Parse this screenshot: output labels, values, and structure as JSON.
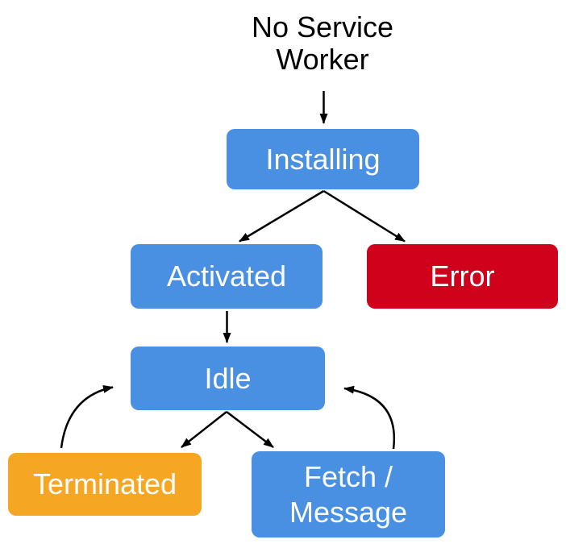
{
  "colors": {
    "node_blue": "#4A90E2",
    "node_red": "#D0021B",
    "node_orange": "#F5A623",
    "node_text": "#FFFFFF",
    "label_text": "#000000",
    "arrow": "#000000",
    "background": "#FFFFFF"
  },
  "nodes": [
    {
      "id": "no-service-worker",
      "label": "No Service Worker",
      "type": "text"
    },
    {
      "id": "installing",
      "label": "Installing",
      "type": "box",
      "color_key": "node_blue"
    },
    {
      "id": "activated",
      "label": "Activated",
      "type": "box",
      "color_key": "node_blue"
    },
    {
      "id": "error",
      "label": "Error",
      "type": "box",
      "color_key": "node_red"
    },
    {
      "id": "idle",
      "label": "Idle",
      "type": "box",
      "color_key": "node_blue"
    },
    {
      "id": "terminated",
      "label": "Terminated",
      "type": "box",
      "color_key": "node_orange"
    },
    {
      "id": "fetch-message",
      "label": "Fetch / Message",
      "type": "box",
      "color_key": "node_blue"
    }
  ],
  "edges": [
    {
      "from": "no-service-worker",
      "to": "installing",
      "style": "straight"
    },
    {
      "from": "installing",
      "to": "activated",
      "style": "straight"
    },
    {
      "from": "installing",
      "to": "error",
      "style": "straight"
    },
    {
      "from": "activated",
      "to": "idle",
      "style": "straight"
    },
    {
      "from": "idle",
      "to": "terminated",
      "style": "straight"
    },
    {
      "from": "idle",
      "to": "fetch-message",
      "style": "straight"
    },
    {
      "from": "terminated",
      "to": "idle",
      "style": "curved"
    },
    {
      "from": "fetch-message",
      "to": "idle",
      "style": "curved"
    }
  ]
}
